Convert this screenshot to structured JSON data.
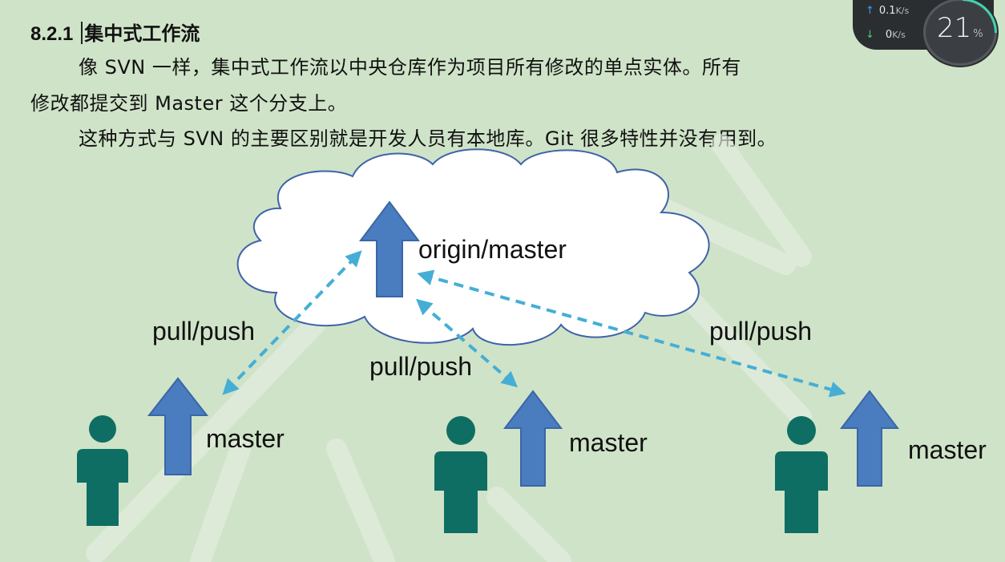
{
  "section": {
    "number": "8.2.1",
    "title": "集中式工作流"
  },
  "paragraphs": [
    "像 SVN 一样，集中式工作流以中央仓库作为项目所有修改的单点实体。所有",
    "修改都提交到 Master 这个分支上。",
    "这种方式与 SVN 的主要区别就是开发人员有本地库。Git 很多特性并没有用到。"
  ],
  "diagram": {
    "remote_label": "origin/master",
    "connections": [
      {
        "label": "pull/push"
      },
      {
        "label": "pull/push"
      },
      {
        "label": "pull/push"
      }
    ],
    "developers": [
      {
        "branch_label": "master"
      },
      {
        "branch_label": "master"
      },
      {
        "branch_label": "master"
      }
    ],
    "colors": {
      "cloud_fill": "#ffffff",
      "cloud_stroke": "#3f63a8",
      "arrow_fill": "#4a7cc0",
      "arrow_stroke": "#3a66a5",
      "connection": "#45aed6",
      "person": "#0f6e63"
    }
  },
  "net_monitor": {
    "upload_value": "0.1",
    "upload_unit": "K/s",
    "download_value": "0",
    "download_unit": "K/s",
    "usage_value": "21",
    "usage_unit": "%",
    "up_arrow_icon": "arrow-up-icon",
    "down_arrow_icon": "arrow-down-icon"
  }
}
